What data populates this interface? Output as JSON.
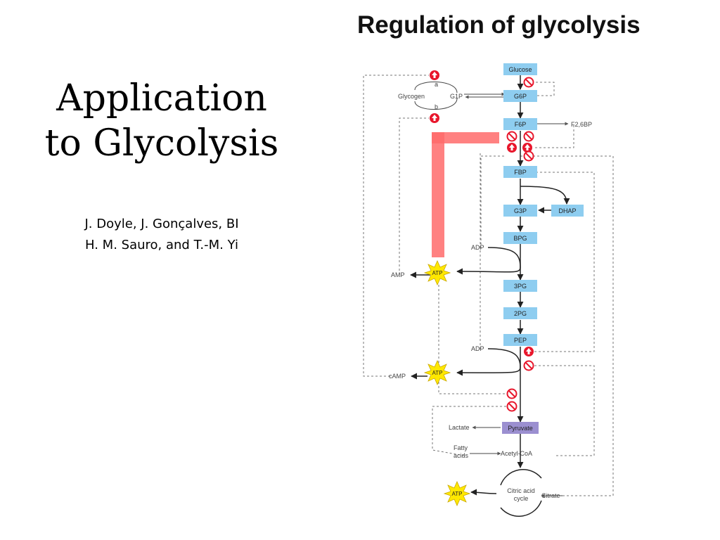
{
  "slide": {
    "title_line1": "Application",
    "title_line2": "to Glycolysis",
    "authors_line1": "J. Doyle, J. Gonçalves, BI",
    "authors_line2": "H. M. Sauro, and T.-M. Yi"
  },
  "figure": {
    "title": "Regulation of glycolysis",
    "nodes": {
      "glucose": "Glucose",
      "g6p": "G6P",
      "f6p": "F6P",
      "fbp": "FBP",
      "g3p": "G3P",
      "dhap": "DHAP",
      "bpg": "BPG",
      "pg3": "3PG",
      "pg2": "2PG",
      "pep": "PEP",
      "pyruvate": "Pyruvate"
    },
    "labels": {
      "glycogen": "Glycogen",
      "a": "a",
      "b": "b",
      "g1p": "G1P",
      "f26bp": "F2,6BP",
      "adp1": "ADP",
      "adp2": "ADP",
      "amp": "AMP",
      "camp": "cAMP",
      "lactate": "Lactate",
      "fatty1": "Fatty",
      "fatty2": "acids",
      "acetylcoa": "Acetyl-CoA",
      "citric1": "Citric acid",
      "citric2": "cycle",
      "citrate": "Citrate",
      "atp1": "ATP",
      "atp2": "ATP",
      "atp3": "ATP"
    },
    "colors": {
      "node_blue": "#8ecdf0",
      "node_purple": "#9b8fd0",
      "highlight": "#ff6b6b",
      "atp_yellow": "#ffe800",
      "activator": "#e8172c"
    }
  }
}
